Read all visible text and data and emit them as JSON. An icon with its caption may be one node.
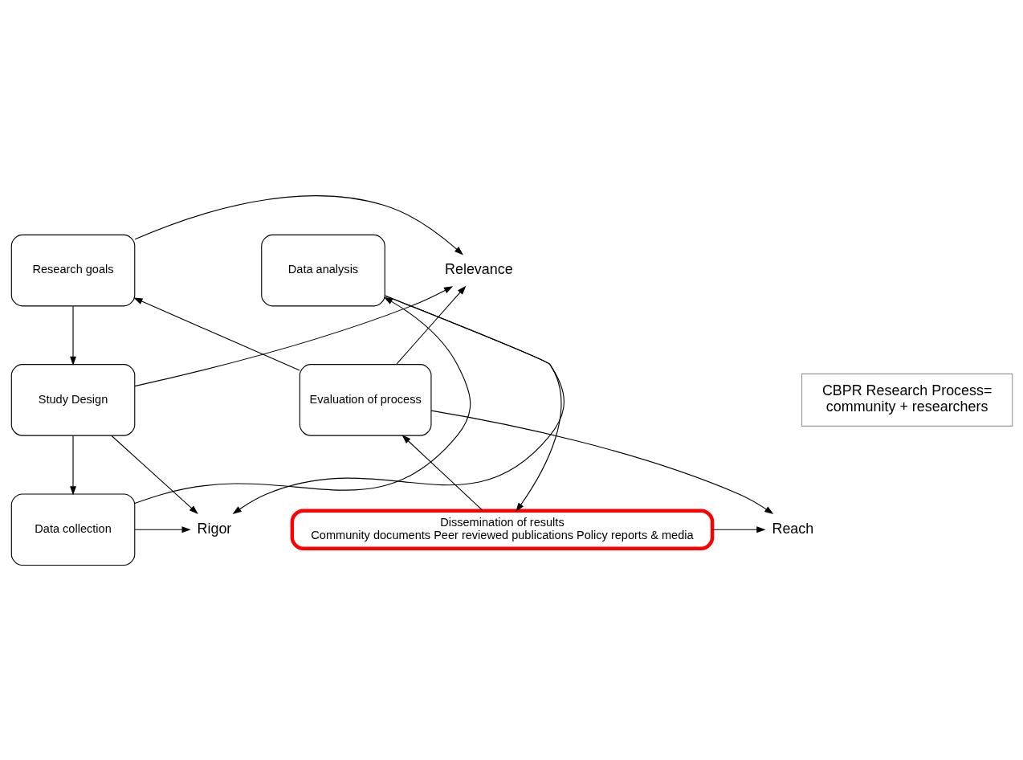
{
  "diagram": {
    "nodes": [
      {
        "text": [
          "Research goals"
        ]
      },
      {
        "text": [
          "Study Design"
        ]
      },
      {
        "text": [
          "Data collection"
        ]
      },
      {
        "text": [
          "Data analysis"
        ]
      },
      {
        "text": [
          "Dissemination of results",
          "Community documents Peer reviewed publications Policy reports & media"
        ]
      },
      {
        "text": [
          "Evaluation of process"
        ]
      },
      {
        "text": [
          "CBPR Research Process=",
          "community + researchers"
        ]
      },
      {
        "text": [
          "Relevance"
        ]
      },
      {
        "text": [
          "Rigor"
        ]
      },
      {
        "text": [
          "Reach"
        ]
      }
    ],
    "edges": [
      {
        "from": 0,
        "to": 1,
        "arrow": "to"
      },
      {
        "from": 1,
        "to": 2,
        "arrow": "to"
      },
      {
        "from": 2,
        "to": 3,
        "arrow": "to"
      },
      {
        "from": 3,
        "to": 4,
        "arrow": "to"
      },
      {
        "from": 4,
        "to": 5,
        "arrow": "to"
      },
      {
        "from": 5,
        "to": 0,
        "arrow": "to"
      },
      {
        "from": 5,
        "to": 7,
        "arrow": "to"
      },
      {
        "from": 0,
        "to": 7,
        "arrow": "to"
      },
      {
        "from": 1,
        "to": 7,
        "arrow": "to"
      },
      {
        "from": 1,
        "to": 8,
        "arrow": "to"
      },
      {
        "from": 2,
        "to": 8,
        "arrow": "to"
      },
      {
        "from": 3,
        "to": 8,
        "arrow": "to"
      },
      {
        "from": 5,
        "to": 9,
        "arrow": "to"
      },
      {
        "from": 4,
        "to": 9,
        "arrow": "to"
      }
    ]
  }
}
